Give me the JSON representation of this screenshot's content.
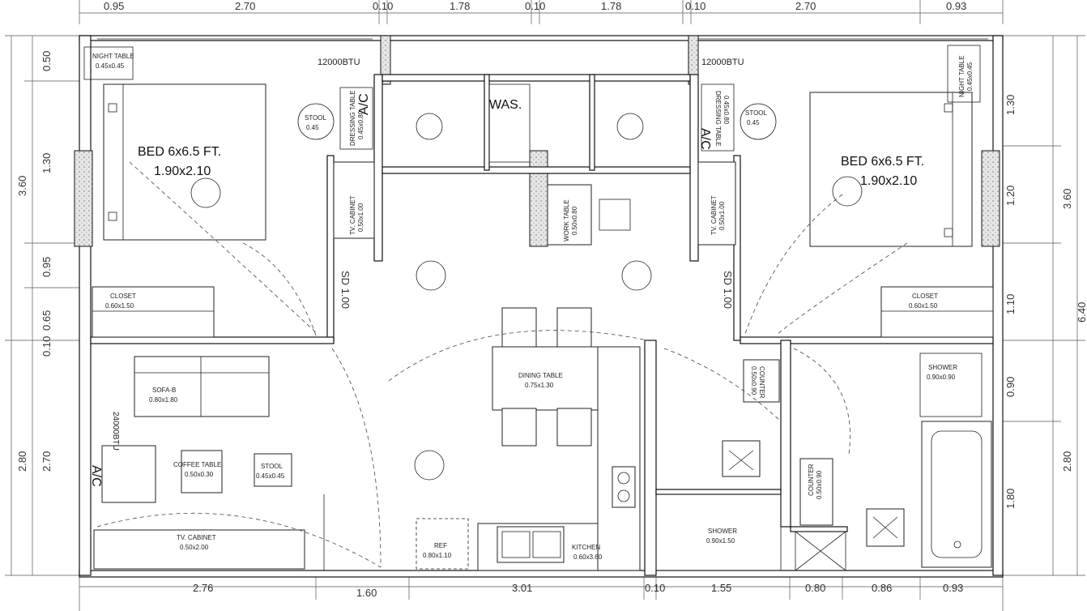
{
  "colors": {
    "line": "#222222",
    "background": "#ffffff",
    "wall_fill": "#d8d8d8"
  },
  "dimensions": {
    "top": [
      "0.95",
      "2.70",
      "0.10",
      "1.78",
      "0.10",
      "1.78",
      "0.10",
      "2.70",
      "0.93"
    ],
    "bottom": [
      "2.76",
      "1.60",
      "3.01",
      "0.10",
      "1.55",
      "0.80",
      "0.86",
      "0.93"
    ],
    "left_outer": [
      "3.60",
      "2.80"
    ],
    "left_inner": [
      "0.50",
      "1.30",
      "0.95",
      "0.65",
      "0.10",
      "2.70"
    ],
    "right_outer": [
      "3.60",
      "6.40",
      "2.80"
    ],
    "right_inner": [
      "1.30",
      "1.20",
      "1.10",
      "0.90",
      "1.80"
    ]
  },
  "rooms": {
    "bed_left": {
      "title": "BED   6x6.5 FT.",
      "size": "1.90x2.10"
    },
    "bed_right": {
      "title": "BED   6x6.5 FT.",
      "size": "1.90x2.10"
    },
    "washer": "WAS."
  },
  "furniture": {
    "night_table_left": {
      "label": "NIGHT TABLE",
      "size": "0.45x0.45"
    },
    "night_table_right": {
      "label": "NIGHT TABLE",
      "size": "0.45x0.45"
    },
    "stool_left": {
      "label": "STOOL",
      "size": "0.45"
    },
    "stool_right": {
      "label": "STOOL",
      "size": "0.45"
    },
    "stool_living": {
      "label": "STOOL",
      "size": "0.45x0.45"
    },
    "ac_left": {
      "label": "12000BTU",
      "tag": "A/C"
    },
    "ac_right": {
      "label": "12000BTU",
      "tag": "A/C"
    },
    "ac_living": {
      "label": "24000BTU",
      "tag": "A/C"
    },
    "dressing_left": {
      "label": "DRESSING TABLE",
      "size": "0.45x0.80"
    },
    "dressing_right": {
      "label": "DRESSING TABLE",
      "size": "0.45x0.80"
    },
    "tv_cabinet_left": {
      "label": "TV. CABINET",
      "size": "0.50x1.00"
    },
    "tv_cabinet_right": {
      "label": "TV. CABINET",
      "size": "0.50x1.00"
    },
    "tv_cabinet_living": {
      "label": "TV. CABINET",
      "size": "0.50x2.00"
    },
    "closet_left": {
      "label": "CLOSET",
      "size": "0.60x1.50"
    },
    "closet_right": {
      "label": "CLOSET",
      "size": "0.60x1.50"
    },
    "sofa": {
      "label": "SOFA-B",
      "size": "0.80x1.80"
    },
    "coffee_table": {
      "label": "COFFEE TABLE",
      "size": "0.50x0.30"
    },
    "dining_table": {
      "label": "DINING TABLE",
      "size": "0.75x1.30"
    },
    "work_table": {
      "label": "WORK TABLE",
      "size": "0.50x0.80"
    },
    "counter_1": {
      "label": "COUNTER",
      "size": "0.50x0.90"
    },
    "counter_2": {
      "label": "COUNTER",
      "size": "0.50x0.90"
    },
    "shower_1": {
      "label": "SHOWER",
      "size": "0.90x1.50"
    },
    "shower_2": {
      "label": "SHOWER",
      "size": "0.90x0.90"
    },
    "kitchen": {
      "label": "KITCHEN",
      "size": "0.60x3.60"
    },
    "ref": {
      "label": "REF",
      "size": "0.80x1.10"
    }
  },
  "doors": {
    "sd_left": "SD 1.00",
    "sd_right": "SD 1.00"
  }
}
